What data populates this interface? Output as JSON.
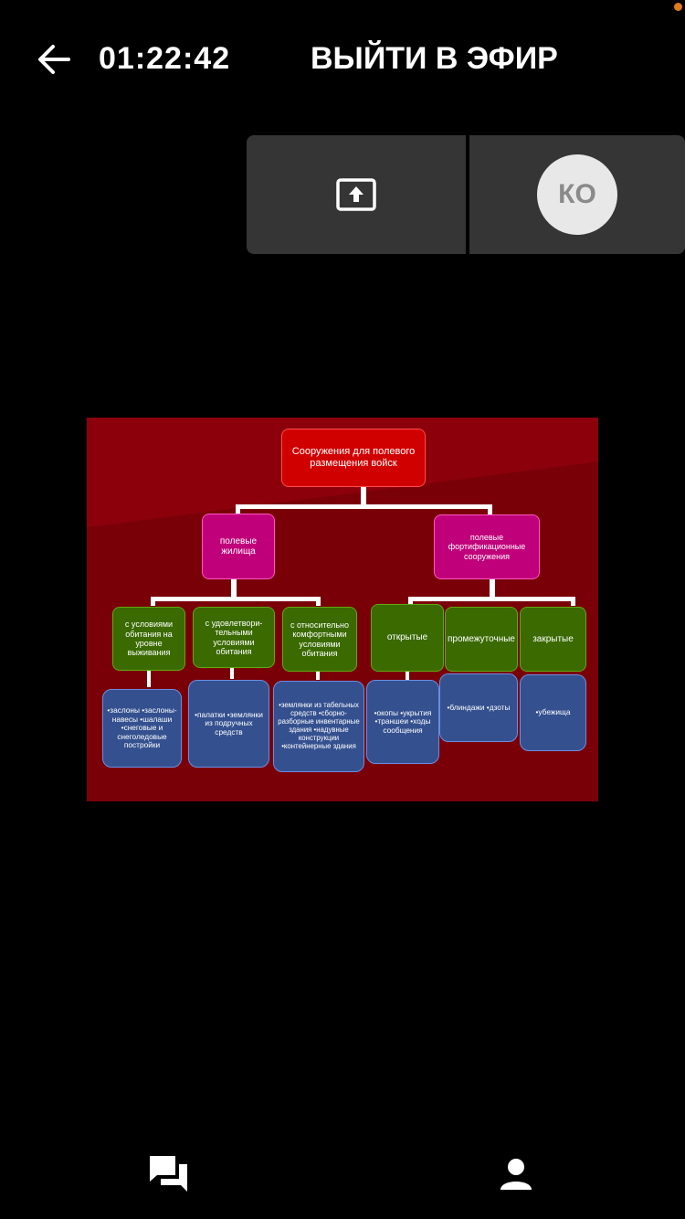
{
  "header": {
    "timer": "01:22:42",
    "title": "ВЫЙТИ В ЭФИР",
    "back_icon": "arrow-left-icon"
  },
  "participants": {
    "share_icon": "screen-share-icon",
    "avatar_initials": "КО"
  },
  "slide": {
    "root": "Сооружения для полевого размещения войск",
    "level1": [
      "полевые жилища",
      "полевые фортификационные сооружения"
    ],
    "level2": [
      "с условиями обитания на уровне выживания",
      "с удовлетвори-тельными условиями обитания",
      "с относительно комфортными условиями обитания",
      "открытые",
      "промежуточные",
      "закрытые"
    ],
    "level3": [
      "•заслоны •заслоны-навесы •шалаши •снеговые и снеголедовые постройки",
      "•палатки •землянки из подручных средств",
      "•землянки из табельных средств •сборно-разборные инвентарные здания •надувные конструкции •контейнерные здания",
      "•окопы •укрытия •траншеи •ходы сообщения",
      "•блиндажи •дзоты",
      "•убежища"
    ]
  },
  "bottom_bar": {
    "chat_icon": "chat-bubbles-icon",
    "person_icon": "person-icon"
  },
  "colors": {
    "background": "#000000",
    "tile": "#353535",
    "slide_background": "#7a0008",
    "root_node": "#d10000",
    "magenta_node": "#c0007a",
    "green_node": "#3a6a00",
    "blue_node": "#34508f",
    "status_dot": "#e07a1f"
  }
}
